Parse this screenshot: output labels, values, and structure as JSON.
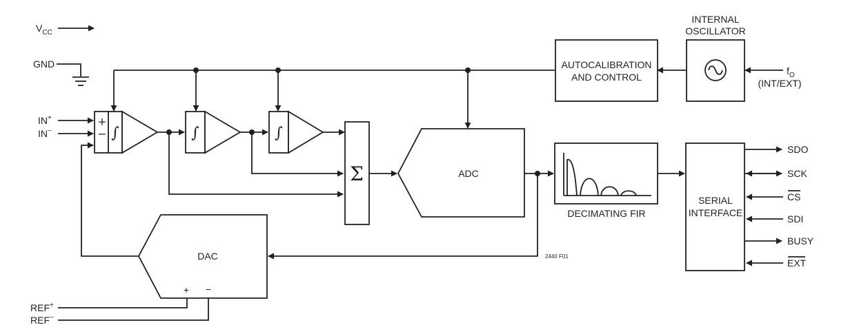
{
  "pins": {
    "vcc_main": "V",
    "vcc_sub": "CC",
    "gnd": "GND",
    "in_plus_main": "IN",
    "in_plus_sup": "+",
    "in_minus_main": "IN",
    "in_minus_sup": "−",
    "ref_plus_main": "REF",
    "ref_plus_sup": "+",
    "ref_minus_main": "REF",
    "ref_minus_sup": "−",
    "f0_main": "f",
    "f0_sub": "O",
    "f0_note": "(INT/EXT)"
  },
  "blocks": {
    "oscillator_line1": "INTERNAL",
    "oscillator_line2": "OSCILLATOR",
    "autocal_line1": "AUTOCALIBRATION",
    "autocal_line2": "AND CONTROL",
    "adc": "ADC",
    "dac": "DAC",
    "dac_plus": "+",
    "dac_minus": "−",
    "fir": "DECIMATING FIR",
    "serial_line1": "SERIAL",
    "serial_line2": "INTERFACE",
    "sum_symbol": "Σ",
    "integrator_symbol": "∫",
    "amp_plus": "+",
    "amp_minus": "−"
  },
  "outputs": {
    "sdo": "SDO",
    "sck": "SCK",
    "cs": "CS",
    "sdi": "SDI",
    "busy": "BUSY",
    "ext": "EXT"
  },
  "figure_id": "2440 F01"
}
